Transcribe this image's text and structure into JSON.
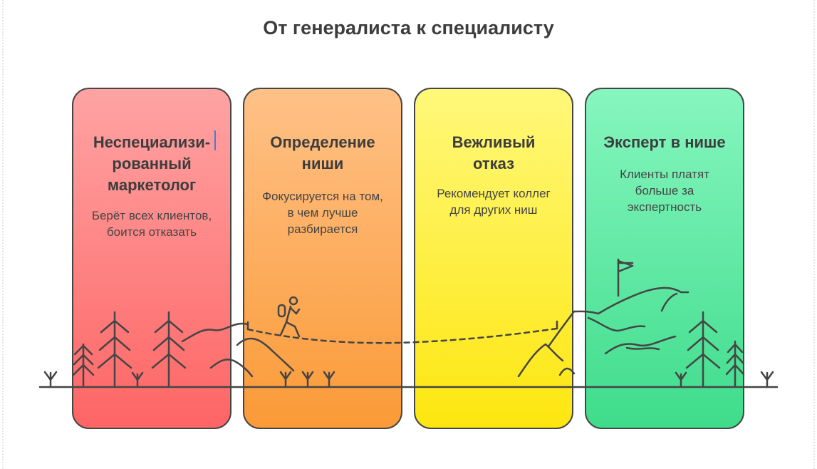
{
  "title": "От генералиста к специалисту",
  "cards": [
    {
      "title": "Неспециализи-рованный маркетолог",
      "lines": [
        "Неспециализи-",
        "рованный",
        "маркетолог"
      ],
      "description": [
        "Берёт всех клиентов,",
        "боится отказать"
      ],
      "color_top": "#ffa3a3",
      "color_bottom": "#fe6565"
    },
    {
      "title": "Определение ниши",
      "lines": [
        "Определение",
        "ниши"
      ],
      "description": [
        "Фокусируется на том,",
        "в чем лучше",
        "разбирается"
      ],
      "color_top": "#ffc187",
      "color_bottom": "#fb9a37"
    },
    {
      "title": "Вежливый отказ",
      "lines": [
        "Вежливый",
        "отказ"
      ],
      "description": [
        "Рекомендует коллег",
        "для других ниш"
      ],
      "color_top": "#fff87a",
      "color_bottom": "#fde60f"
    },
    {
      "title": "Эксперт в нише",
      "lines": [
        "Эксперт в нише"
      ],
      "description": [
        "Клиенты платят",
        "больше за",
        "экспертность"
      ],
      "color_top": "#86f6bf",
      "color_bottom": "#3fdc8b"
    }
  ],
  "illustration": {
    "icons": [
      "pine-tree-icon",
      "hiker-icon",
      "mountain-icon",
      "flag-icon",
      "grass-icon"
    ],
    "stroke_color": "#454545"
  }
}
